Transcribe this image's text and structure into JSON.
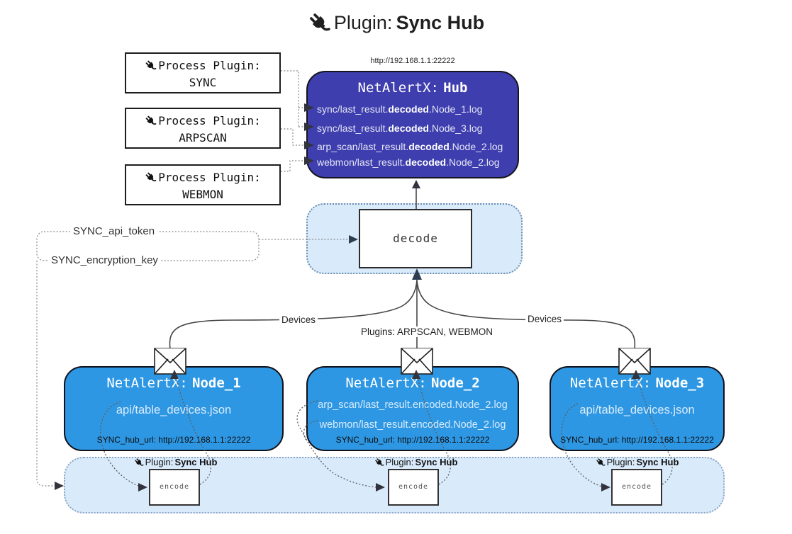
{
  "colors": {
    "hub_bg": "#3e3eae",
    "node_bg": "#2e97e3",
    "panel_bg": "#d9eafb"
  },
  "title": {
    "label": "Plugin:",
    "name": "Sync Hub"
  },
  "hub": {
    "url": "http://192.168.1.1:22222",
    "title_label": "NetAlertX:",
    "title_name": "Hub",
    "logs": [
      {
        "pre": "sync/last_result.",
        "bold": "decoded",
        "post": ".Node_1.log"
      },
      {
        "pre": "sync/last_result.",
        "bold": "decoded",
        "post": ".Node_3.log"
      },
      {
        "pre": "arp_scan/last_result.",
        "bold": "decoded",
        "post": ".Node_2.log"
      },
      {
        "pre": "webmon/last_result.",
        "bold": "decoded",
        "post": ".Node_2.log"
      }
    ]
  },
  "process_plugins": [
    {
      "label": "Process Plugin:",
      "name": "SYNC"
    },
    {
      "label": "Process Plugin:",
      "name": "ARPSCAN"
    },
    {
      "label": "Process Plugin:",
      "name": "WEBMON"
    }
  ],
  "settings": {
    "api_token": "SYNC_api_token",
    "encryption_key": "SYNC_encryption_key"
  },
  "decode": {
    "label": "decode"
  },
  "edges": {
    "devices_left": "Devices",
    "devices_right": "Devices",
    "plugins_mid": "Plugins: ARPSCAN, WEBMON"
  },
  "nodes": [
    {
      "title_label": "NetAlertX:",
      "title_name": "Node_1",
      "files": [
        "api/table_devices.json"
      ],
      "hub_url": "SYNC_hub_url: http://192.168.1.1:22222"
    },
    {
      "title_label": "NetAlertX:",
      "title_name": "Node_2",
      "files": [
        "arp_scan/last_result.encoded.Node_2.log",
        "webmon/last_result.encoded.Node_2.log"
      ],
      "hub_url": "SYNC_hub_url: http://192.168.1.1:22222"
    },
    {
      "title_label": "NetAlertX:",
      "title_name": "Node_3",
      "files": [
        "api/table_devices.json"
      ],
      "hub_url": "SYNC_hub_url: http://192.168.1.1:22222"
    }
  ],
  "encode_band": {
    "plugin_label": "Plugin:",
    "plugin_name": "Sync Hub",
    "encode_label": "encode"
  },
  "icons": {
    "plug": "plug-icon",
    "envelope": "envelope-icon"
  }
}
